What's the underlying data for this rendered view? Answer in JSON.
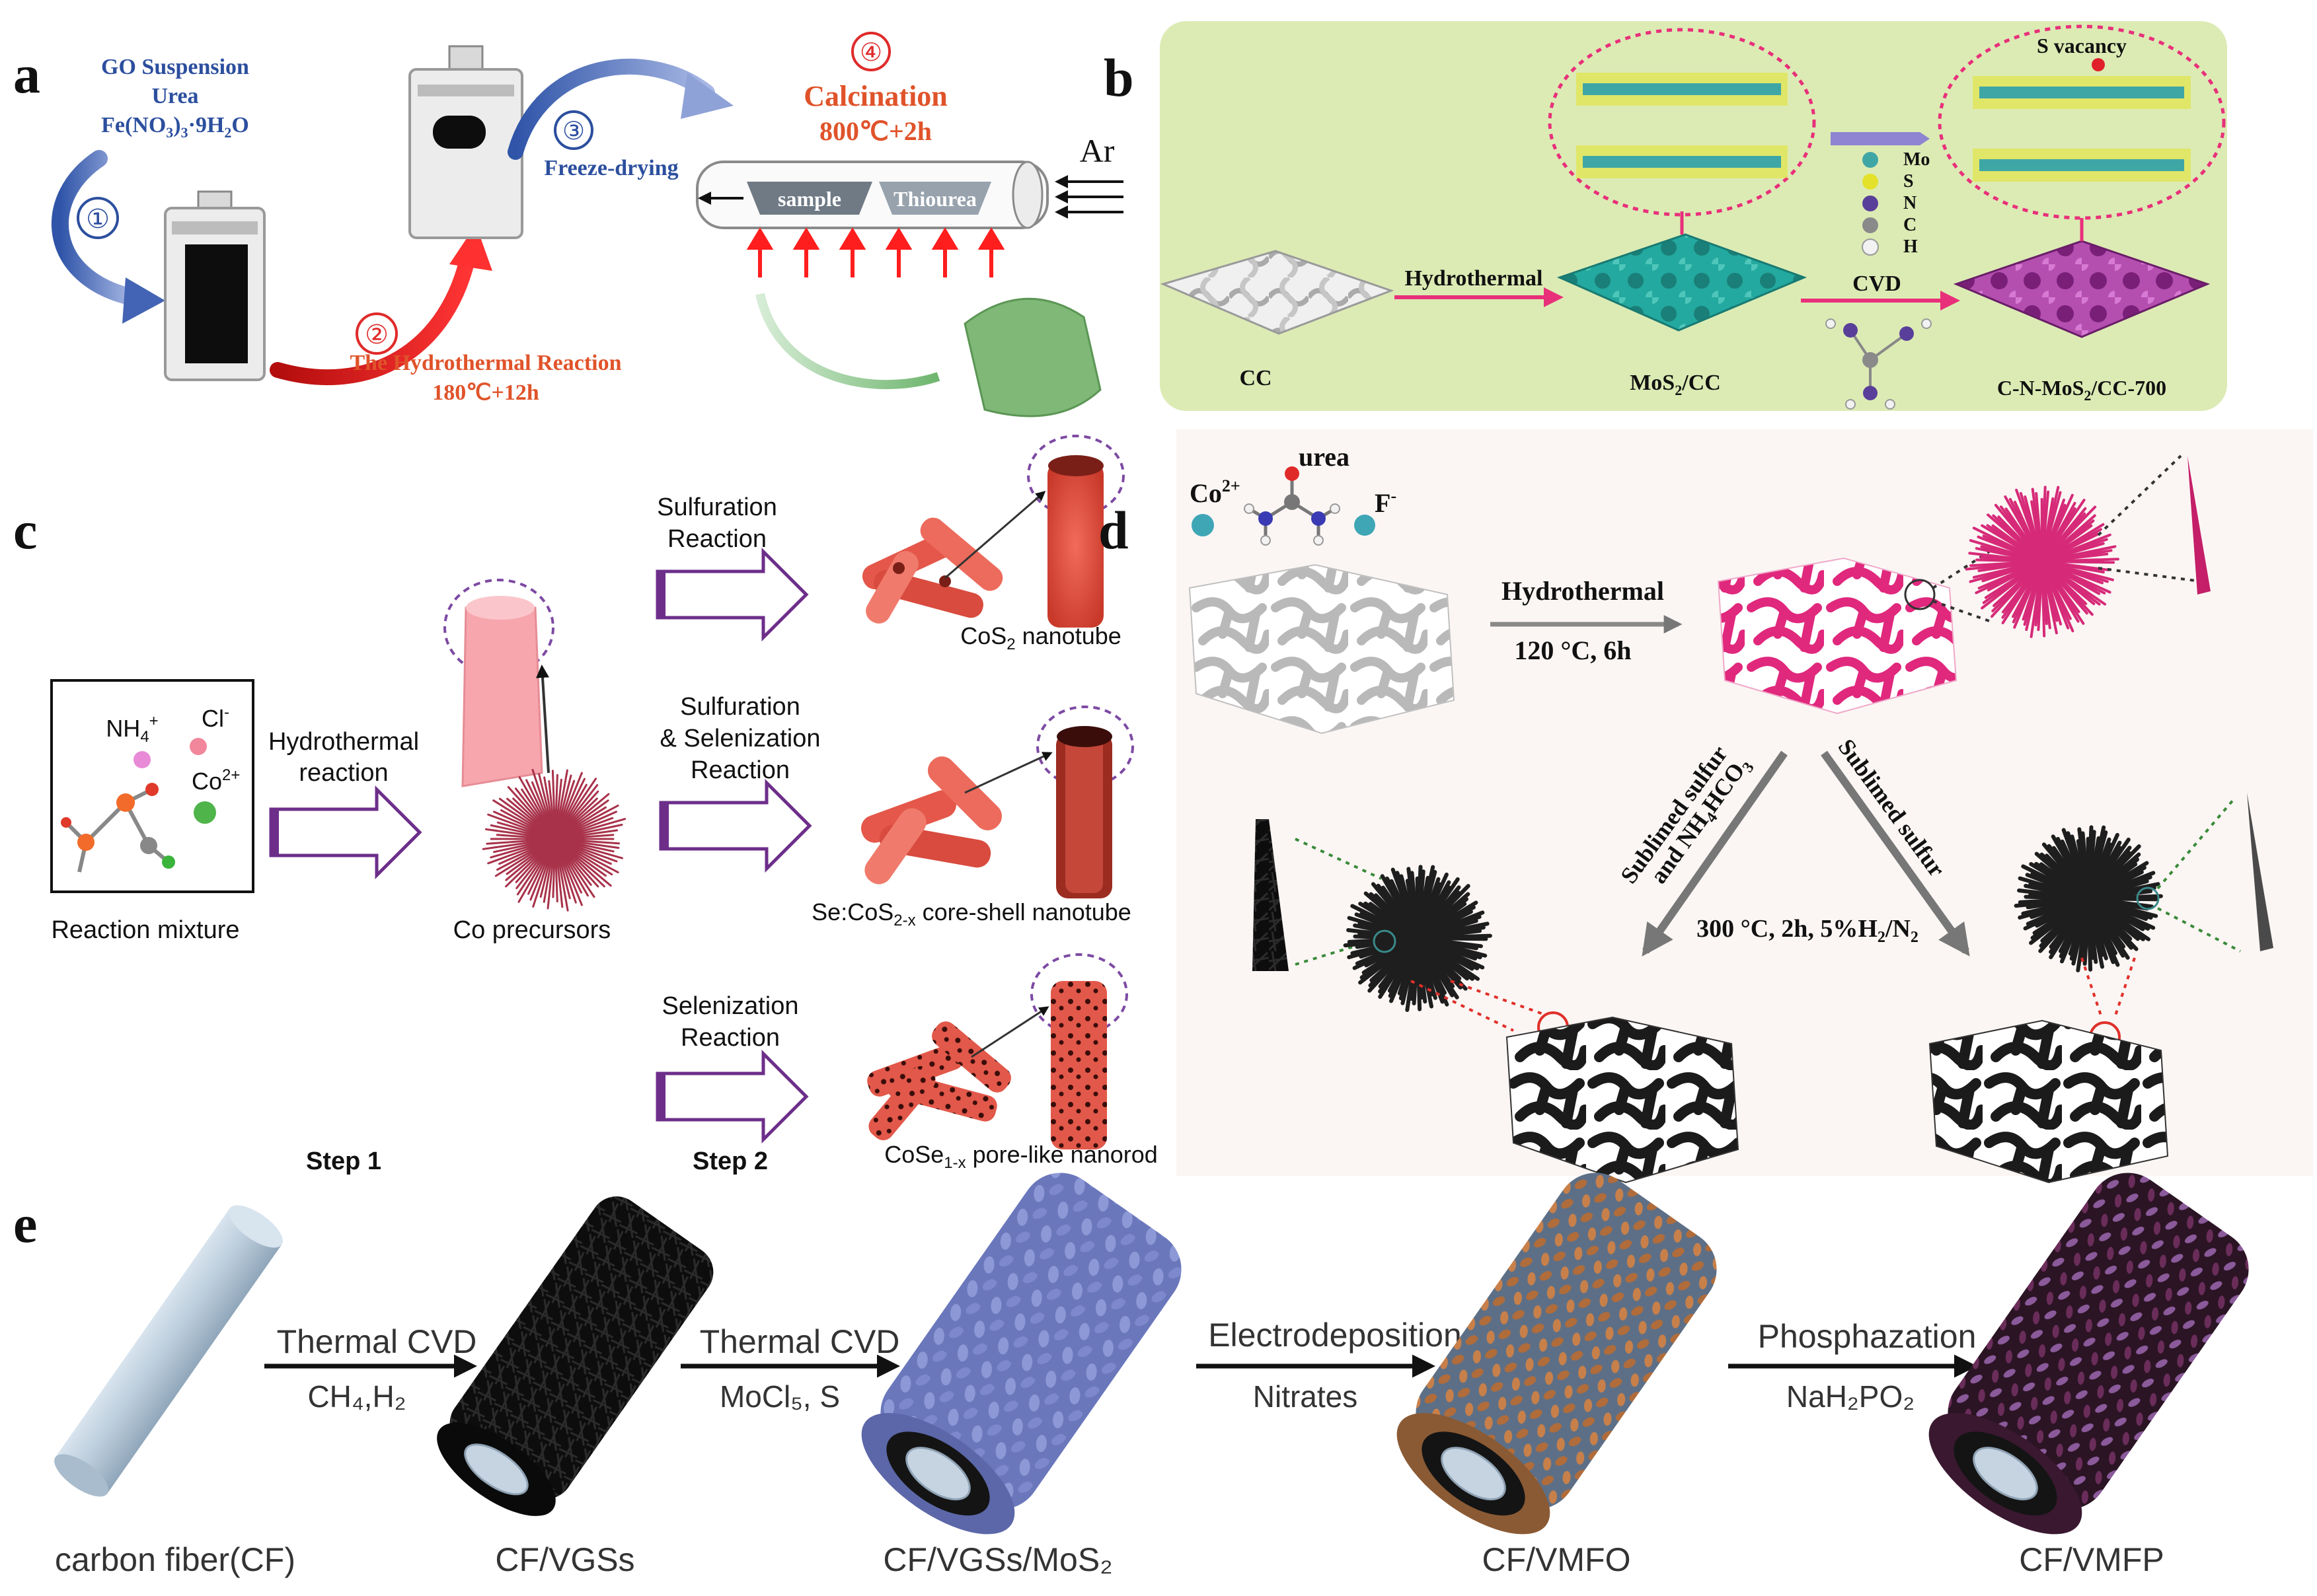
{
  "panels": {
    "a": {
      "letter": "a",
      "reagents": [
        "GO Suspension",
        "Urea",
        "Fe(NO",
        "3",
        ")",
        "3",
        "·9H",
        "2",
        "O"
      ],
      "step1": "①",
      "step2": "②",
      "step2_label": "The Hydrothermal Reaction",
      "step2_cond": "180℃+12h",
      "step3": "③",
      "step3_label": "Freeze-drying",
      "step4": "④",
      "step4_label": "Calcination",
      "step4_cond": "800℃+2h",
      "gas": "Ar",
      "boat1": "sample",
      "boat2": "Thiourea"
    },
    "b": {
      "letter": "b",
      "s_vacancy": "S vacancy",
      "cc": "CC",
      "hydrothermal": "Hydrothermal",
      "mos2cc": "MoS",
      "mos2cc_sub": "2",
      "mos2cc_tail": "/CC",
      "cvd": "CVD",
      "product": "C-N-MoS",
      "product_sub": "2",
      "product_tail": "/CC-700",
      "legend": [
        "Mo",
        "S",
        "N",
        "C",
        "H"
      ],
      "colors": {
        "bg": "#dcebb4",
        "mo": "#3fa6a6",
        "s": "#e3e12a",
        "n": "#5a3f9a",
        "c": "#8a8a8a",
        "h": "#f2f2f2"
      }
    },
    "c": {
      "letter": "c",
      "mixture_label": "Reaction mixture",
      "nh4": "NH",
      "nh4_sub": "4",
      "nh4_sup": "+",
      "cl": "Cl",
      "cl_sup": "-",
      "co": "Co",
      "co_sup": "2+",
      "hydro1": "Hydrothermal",
      "hydro2": "reaction",
      "precursor_label": "Co precursors",
      "sulf1": "Sulfuration",
      "sulf2": "Reaction",
      "sulfsel1": "Sulfuration",
      "sulfsel2": "& Selenization",
      "sulfsel3": "Reaction",
      "sel1": "Selenization",
      "sel2": "Reaction",
      "prod1": "CoS",
      "prod1_sub": "2",
      "prod1_tail": " nanotube",
      "prod2": "Se:CoS",
      "prod2_sub": "2-x",
      "prod2_tail": " core-shell nanotube",
      "prod3": "CoSe",
      "prod3_sub": "1-x",
      "prod3_tail": " pore-like nanorod",
      "step1": "Step 1",
      "step2": "Step 2"
    },
    "d": {
      "letter": "d",
      "co": "Co",
      "co_sup": "2+",
      "urea": "urea",
      "f": "F",
      "f_sup": "-",
      "hydro": "Hydrothermal",
      "hydro_cond": "120 °C, 6h",
      "left_route1": "Sublimed sulfur",
      "left_route2": "and NH",
      "left_route2_sub": "4",
      "left_route2_tail": "HCO",
      "left_route2_sub2": "3",
      "right_route": "Sublimed sulfur",
      "cond": "300 °C, 2h, 5%H",
      "cond_sub": "2",
      "cond_tail": "/N",
      "cond_sub2": "2"
    },
    "e": {
      "letter": "e",
      "step1_top": "Thermal CVD",
      "step1_bot": "CH₄,H₂",
      "step2_top": "Thermal CVD",
      "step2_bot": "MoCl₅, S",
      "step3_top": "Electrodeposition",
      "step3_bot": "Nitrates",
      "step4_top": "Phosphazation",
      "step4_bot": "NaH₂PO₂",
      "labels": [
        "carbon fiber(CF)",
        "CF/VGSs",
        "CF/VGSs/MoS₂",
        "CF/VMFO",
        "CF/VMFP"
      ],
      "colors": {
        "cf": "#b9ccdc",
        "vgs": "#141414",
        "mos2": "#7b86c6",
        "vmfo": "#b87a4a",
        "vmfp": "#4a1f3c"
      }
    }
  }
}
